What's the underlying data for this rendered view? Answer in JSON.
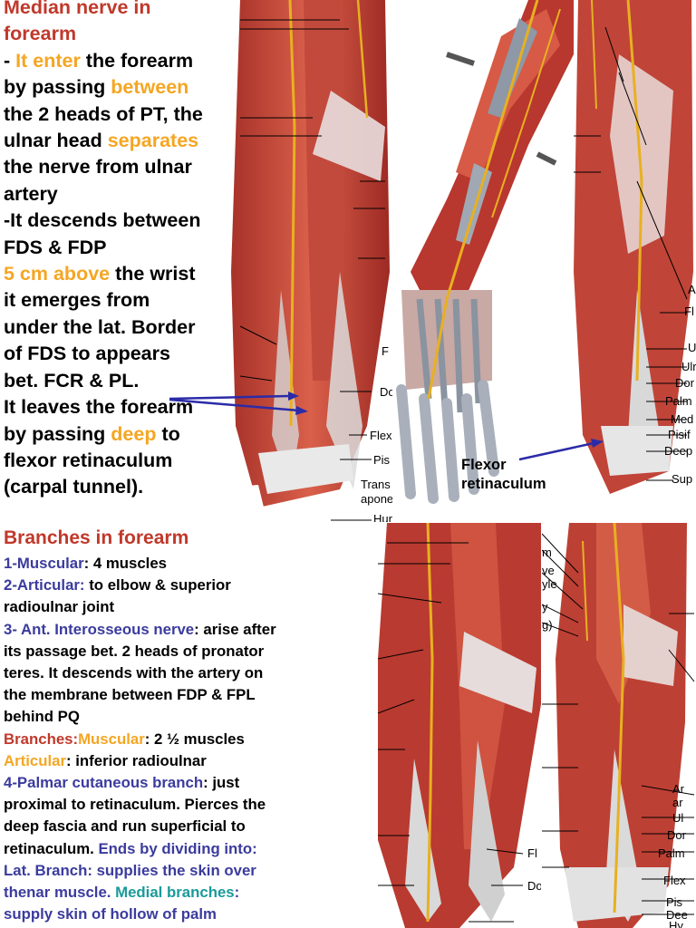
{
  "top": {
    "title_line1": "Median nerve in",
    "title_line2": "forearm",
    "l1_a": "- ",
    "l1_b": "It enter",
    "l1_c": " the forearm",
    "l2_a": "by passing ",
    "l2_b": "between",
    "l3": "the 2 heads of PT, the",
    "l4_a": "ulnar head ",
    "l4_b": "separates",
    "l5": "the nerve from ulnar",
    "l6": "artery",
    "l7": "-It descends between",
    "l8": "FDS & FDP",
    "l9_a": "5 cm above",
    "l9_b": " the wrist",
    "l10": "it emerges from",
    "l11": "under the lat. Border",
    "l12": "of FDS to appears",
    "l13": "bet. FCR & PL.",
    "l14": "It leaves the forearm",
    "l15_a": "by passing ",
    "l15_b": "deep",
    "l15_c": " to",
    "l16": "flexor retinaculum",
    "l17": "(carpal tunnel)."
  },
  "figure_labels": {
    "flexor_line1": "Flexor",
    "flexor_line2": "retinaculum",
    "fig1": [
      "F",
      "Do",
      "Flex",
      "Pis",
      "Trans",
      "apone",
      "Hur"
    ],
    "fig3": [
      "A",
      "Fl",
      "U",
      "Ulr",
      "Dor",
      "Palm",
      "Med",
      "Pisif",
      "Deep",
      "Sup"
    ],
    "fig4": [
      "m",
      "ve",
      "yle",
      "y",
      "g)"
    ],
    "fig5": [
      "Fl",
      "Do",
      "Ar",
      "ar",
      "Ul",
      "Dor",
      "Palm",
      "Flex",
      "Pis",
      "Dee",
      "Hy"
    ]
  },
  "branches": {
    "title": "Branches in forearm",
    "b1_a": "1-Muscular",
    "b1_b": ": 4 muscles",
    "b2_a": "2-Articular:",
    "b2_b": " to elbow & superior",
    "b2_c": "radioulnar joint",
    "b3_a": "3- Ant. Interosseous nerve",
    "b3_b": ": arise after",
    "b3_c": "its passage bet. 2 heads of pronator",
    "b3_d": "teres. It descends with the artery on",
    "b3_e": "the membrane between FDP & FPL",
    "b3_f": "behind PQ",
    "b3_g": "Branches:",
    "b3_h": "Muscular",
    "b3_i": ": 2 ½ muscles",
    "b3_j": "Articular",
    "b3_k": ": inferior radioulnar",
    "b4_a": "4-Palmar cutaneous branch",
    "b4_b": ": just",
    "b4_c": "proximal to retinaculum. Pierces the",
    "b4_d": "deep fascia and run superficial to",
    "b4_e": "retinaculum. ",
    "b4_f": "Ends by dividing into:",
    "b4_g": "Lat. Branch: supplies the skin over",
    "b4_h": "thenar muscle. ",
    "b4_i": "Medial branches",
    "b4_j": ":",
    "b4_k": "supply skin of hollow of palm"
  }
}
